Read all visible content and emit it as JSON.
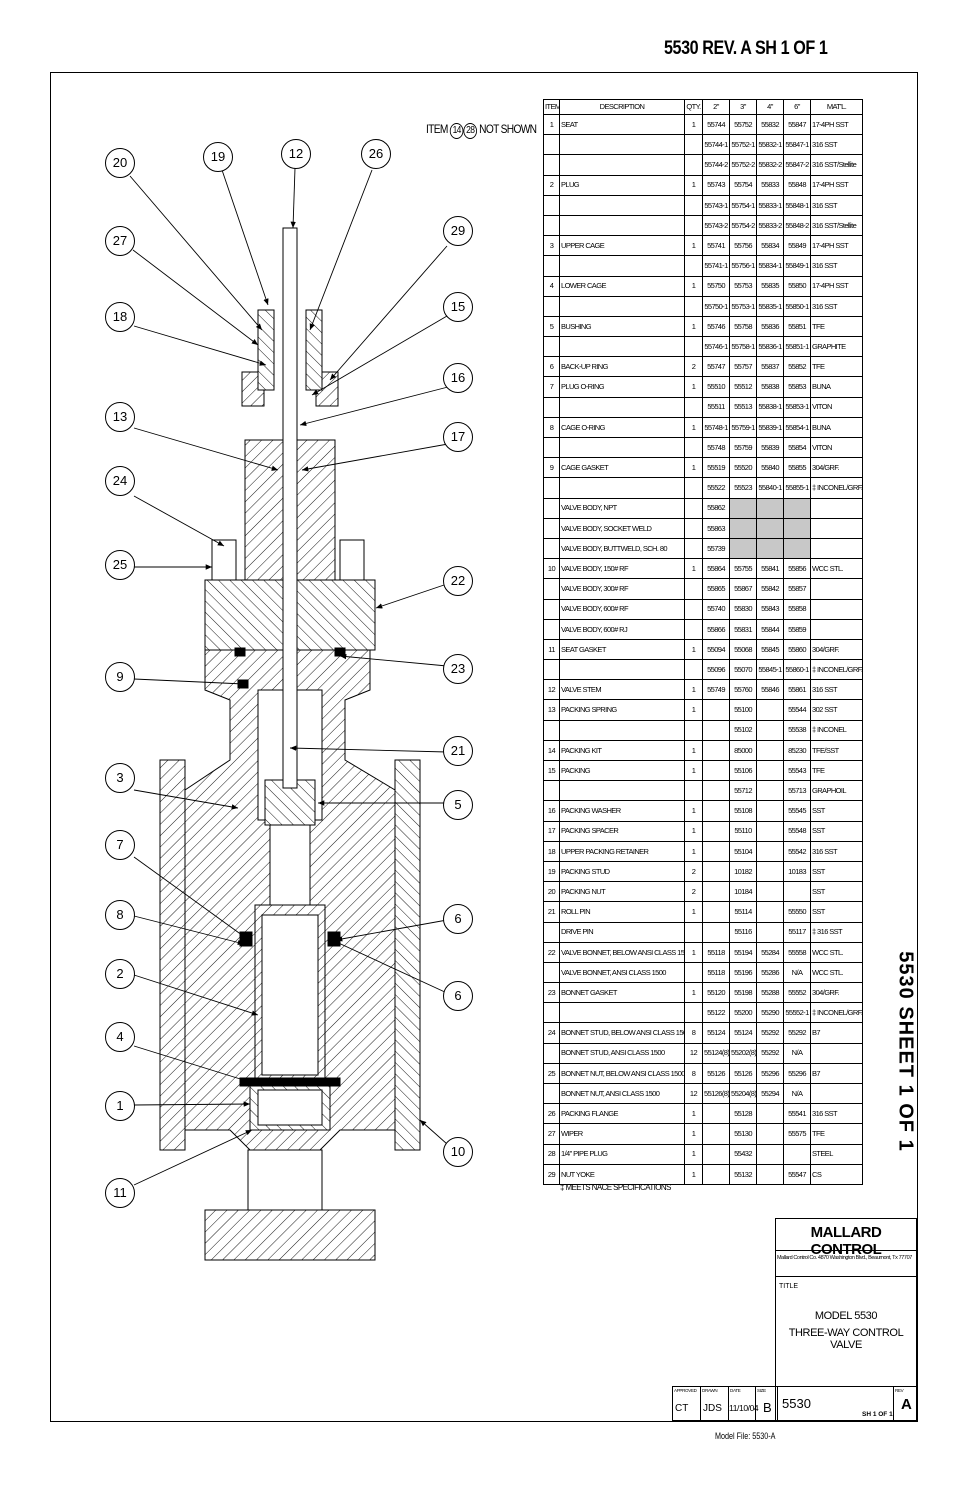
{
  "header": {
    "text": "5530  REV. A    SH 1 OF 1"
  },
  "side_text": "5530 SHEET 1 OF 1",
  "items_not_shown": {
    "prefix": "ITEM",
    "items": [
      "14",
      "28"
    ],
    "suffix": "NOT SHOWN"
  },
  "balloons": [
    {
      "n": "20"
    },
    {
      "n": "19"
    },
    {
      "n": "12"
    },
    {
      "n": "26"
    },
    {
      "n": "27"
    },
    {
      "n": "29"
    },
    {
      "n": "18"
    },
    {
      "n": "15"
    },
    {
      "n": "16"
    },
    {
      "n": "13"
    },
    {
      "n": "17"
    },
    {
      "n": "24"
    },
    {
      "n": "25"
    },
    {
      "n": "22"
    },
    {
      "n": "9"
    },
    {
      "n": "23"
    },
    {
      "n": "21"
    },
    {
      "n": "3"
    },
    {
      "n": "5"
    },
    {
      "n": "7"
    },
    {
      "n": "8"
    },
    {
      "n": "6"
    },
    {
      "n": "2"
    },
    {
      "n": "6"
    },
    {
      "n": "4"
    },
    {
      "n": "1"
    },
    {
      "n": "10"
    },
    {
      "n": "11"
    }
  ],
  "bom": {
    "headers": [
      "ITEM",
      "DESCRIPTION",
      "QTY.",
      "2\"",
      "3\"",
      "4\"",
      "6\"",
      "MAT'L."
    ],
    "rows": [
      [
        "1",
        "SEAT",
        "1",
        "55744",
        "55752",
        "55832",
        "55847",
        "17-4PH SST"
      ],
      [
        "",
        "",
        "",
        "55744-1",
        "55752-1",
        "55832-1",
        "55847-1",
        "316 SST"
      ],
      [
        "",
        "",
        "",
        "55744-2",
        "55752-2",
        "55832-2",
        "55847-2",
        "316 SST/Stellite"
      ],
      [
        "2",
        "PLUG",
        "1",
        "55743",
        "55754",
        "55833",
        "55848",
        "17-4PH SST"
      ],
      [
        "",
        "",
        "",
        "55743-1",
        "55754-1",
        "55833-1",
        "55848-1",
        "316 SST"
      ],
      [
        "",
        "",
        "",
        "55743-2",
        "55754-2",
        "55833-2",
        "55848-2",
        "316 SST/Stellite"
      ],
      [
        "3",
        "UPPER CAGE",
        "1",
        "55741",
        "55756",
        "55834",
        "55849",
        "17-4PH SST"
      ],
      [
        "",
        "",
        "",
        "55741-1",
        "55756-1",
        "55834-1",
        "55849-1",
        "316 SST"
      ],
      [
        "4",
        "LOWER CAGE",
        "1",
        "55750",
        "55753",
        "55835",
        "55850",
        "17-4PH SST"
      ],
      [
        "",
        "",
        "",
        "55750-1",
        "55753-1",
        "55835-1",
        "55850-1",
        "316 SST"
      ],
      [
        "5",
        "BUSHING",
        "1",
        "55746",
        "55758",
        "55836",
        "55851",
        "TFE"
      ],
      [
        "",
        "",
        "",
        "55746-1",
        "55758-1",
        "55836-1",
        "55851-1",
        "GRAPHITE"
      ],
      [
        "6",
        "BACK-UP RING",
        "2",
        "55747",
        "55757",
        "55837",
        "55852",
        "TFE"
      ],
      [
        "7",
        "PLUG O-RING",
        "1",
        "55510",
        "55512",
        "55838",
        "55853",
        "BUNA"
      ],
      [
        "",
        "",
        "",
        "55511",
        "55513",
        "55838-1",
        "55853-1",
        "VITON"
      ],
      [
        "8",
        "CAGE O-RING",
        "1",
        "55748-1",
        "55759-1",
        "55839-1",
        "55854-1",
        "BUNA"
      ],
      [
        "",
        "",
        "",
        "55748",
        "55759",
        "55839",
        "55854",
        "VITON"
      ],
      [
        "9",
        "CAGE GASKET",
        "1",
        "55519",
        "55520",
        "55840",
        "55855",
        "304/GRF."
      ],
      [
        "",
        "",
        "",
        "55522",
        "55523",
        "55840-1",
        "55855-1",
        "‡ INCONEL/GRF."
      ],
      [
        "",
        "VALVE BODY, NPT",
        "",
        "55862",
        "",
        "",
        "",
        ""
      ],
      [
        "",
        "VALVE BODY, SOCKET WELD",
        "",
        "55863",
        "",
        "",
        "",
        ""
      ],
      [
        "",
        "VALVE BODY, BUTTWELD, SCH. 80",
        "",
        "55739",
        "",
        "",
        "",
        ""
      ],
      [
        "10",
        "VALVE BODY, 150# RF",
        "1",
        "55864",
        "55755",
        "55841",
        "55856",
        "WCC STL."
      ],
      [
        "",
        "VALVE BODY, 300# RF",
        "",
        "55865",
        "55867",
        "55842",
        "55857",
        ""
      ],
      [
        "",
        "VALVE BODY, 600# RF",
        "",
        "55740",
        "55830",
        "55843",
        "55858",
        ""
      ],
      [
        "",
        "VALVE BODY, 600# RJ",
        "",
        "55866",
        "55831",
        "55844",
        "55859",
        ""
      ],
      [
        "11",
        "SEAT GASKET",
        "1",
        "55094",
        "55068",
        "55845",
        "55860",
        "304/GRF."
      ],
      [
        "",
        "",
        "",
        "55096",
        "55070",
        "55845-1",
        "55860-1",
        "‡ INCONEL/GRF."
      ],
      [
        "12",
        "VALVE STEM",
        "1",
        "55749",
        "55760",
        "55846",
        "55861",
        "316 SST"
      ],
      [
        "13",
        "PACKING SPRING",
        "1",
        "",
        "55100",
        "",
        "55544",
        "302 SST"
      ],
      [
        "",
        "",
        "",
        "",
        "55102",
        "",
        "55538",
        "‡ INCONEL"
      ],
      [
        "14",
        "PACKING KIT",
        "1",
        "",
        "85000",
        "",
        "85230",
        "TFE/SST"
      ],
      [
        "15",
        "PACKING",
        "1",
        "",
        "55106",
        "",
        "55543",
        "TFE"
      ],
      [
        "",
        "",
        "",
        "",
        "55712",
        "",
        "55713",
        "GRAPHOIL"
      ],
      [
        "16",
        "PACKING WASHER",
        "1",
        "",
        "55108",
        "",
        "55545",
        "SST"
      ],
      [
        "17",
        "PACKING SPACER",
        "1",
        "",
        "55110",
        "",
        "55548",
        "SST"
      ],
      [
        "18",
        "UPPER PACKING RETAINER",
        "1",
        "",
        "55104",
        "",
        "55542",
        "316 SST"
      ],
      [
        "19",
        "PACKING STUD",
        "2",
        "",
        "10182",
        "",
        "10183",
        "SST"
      ],
      [
        "20",
        "PACKING NUT",
        "2",
        "",
        "10184",
        "",
        "",
        "SST"
      ],
      [
        "21",
        "ROLL PIN",
        "1",
        "",
        "55114",
        "",
        "55550",
        "SST"
      ],
      [
        "",
        "DRIVE PIN",
        "",
        "",
        "55116",
        "",
        "55117",
        "‡ 316 SST"
      ],
      [
        "22",
        "VALVE BONNET, BELOW ANSI CLASS 1500",
        "1",
        "55118",
        "55194",
        "55284",
        "55558",
        "WCC STL."
      ],
      [
        "",
        "VALVE BONNET, ANSI CLASS 1500",
        "",
        "55118",
        "55196",
        "55286",
        "N/A",
        "WCC STL."
      ],
      [
        "23",
        "BONNET GASKET",
        "1",
        "55120",
        "55198",
        "55288",
        "55552",
        "304/GRF."
      ],
      [
        "",
        "",
        "",
        "55122",
        "55200",
        "55290",
        "55552-1",
        "‡ INCONEL/GRF."
      ],
      [
        "24",
        "BONNET STUD, BELOW ANSI CLASS 1500",
        "8",
        "55124",
        "55124",
        "55292",
        "55292",
        "B7"
      ],
      [
        "",
        "BONNET STUD, ANSI CLASS 1500",
        "12",
        "55124(8)",
        "55202(8)",
        "55292",
        "N/A",
        ""
      ],
      [
        "25",
        "BONNET NUT, BELOW ANSI CLASS 1500",
        "8",
        "55126",
        "55126",
        "55296",
        "55296",
        "B7"
      ],
      [
        "",
        "BONNET NUT, ANSI CLASS 1500",
        "12",
        "55126(8)",
        "55204(8)",
        "55294",
        "N/A",
        ""
      ],
      [
        "26",
        "PACKING FLANGE",
        "1",
        "",
        "55128",
        "",
        "55541",
        "316 SST"
      ],
      [
        "27",
        "WIPER",
        "1",
        "",
        "55130",
        "",
        "55575",
        "TFE"
      ],
      [
        "28",
        "1/4\" PIPE PLUG",
        "1",
        "",
        "55432",
        "",
        "",
        "STEEL"
      ],
      [
        "29",
        "NUT YOKE",
        "1",
        "",
        "55132",
        "",
        "55547",
        "CS"
      ]
    ],
    "note": "‡ MEETS NACE SPECIFICATIONS"
  },
  "title_block": {
    "company": "MALLARD CONTROL",
    "address": "Mallard Control Co. 4870 Washington Blvd., Beaumont, Tx 77707",
    "title_label": "TITLE",
    "title_line1": "MODEL 5530",
    "title_line2": "THREE-WAY CONTROL VALVE",
    "approved_label": "APPROVED",
    "approved": "CT",
    "drawn_label": "DRAWN",
    "drawn": "JDS",
    "date_label": "DATE",
    "date": "11/10/04",
    "size_label": "SIZE",
    "size": "B",
    "dwg_no": "5530",
    "sheet": "SH 1 OF 1",
    "rev_label": "REV",
    "rev": "A"
  },
  "model_file": "Model File: 5530-A"
}
